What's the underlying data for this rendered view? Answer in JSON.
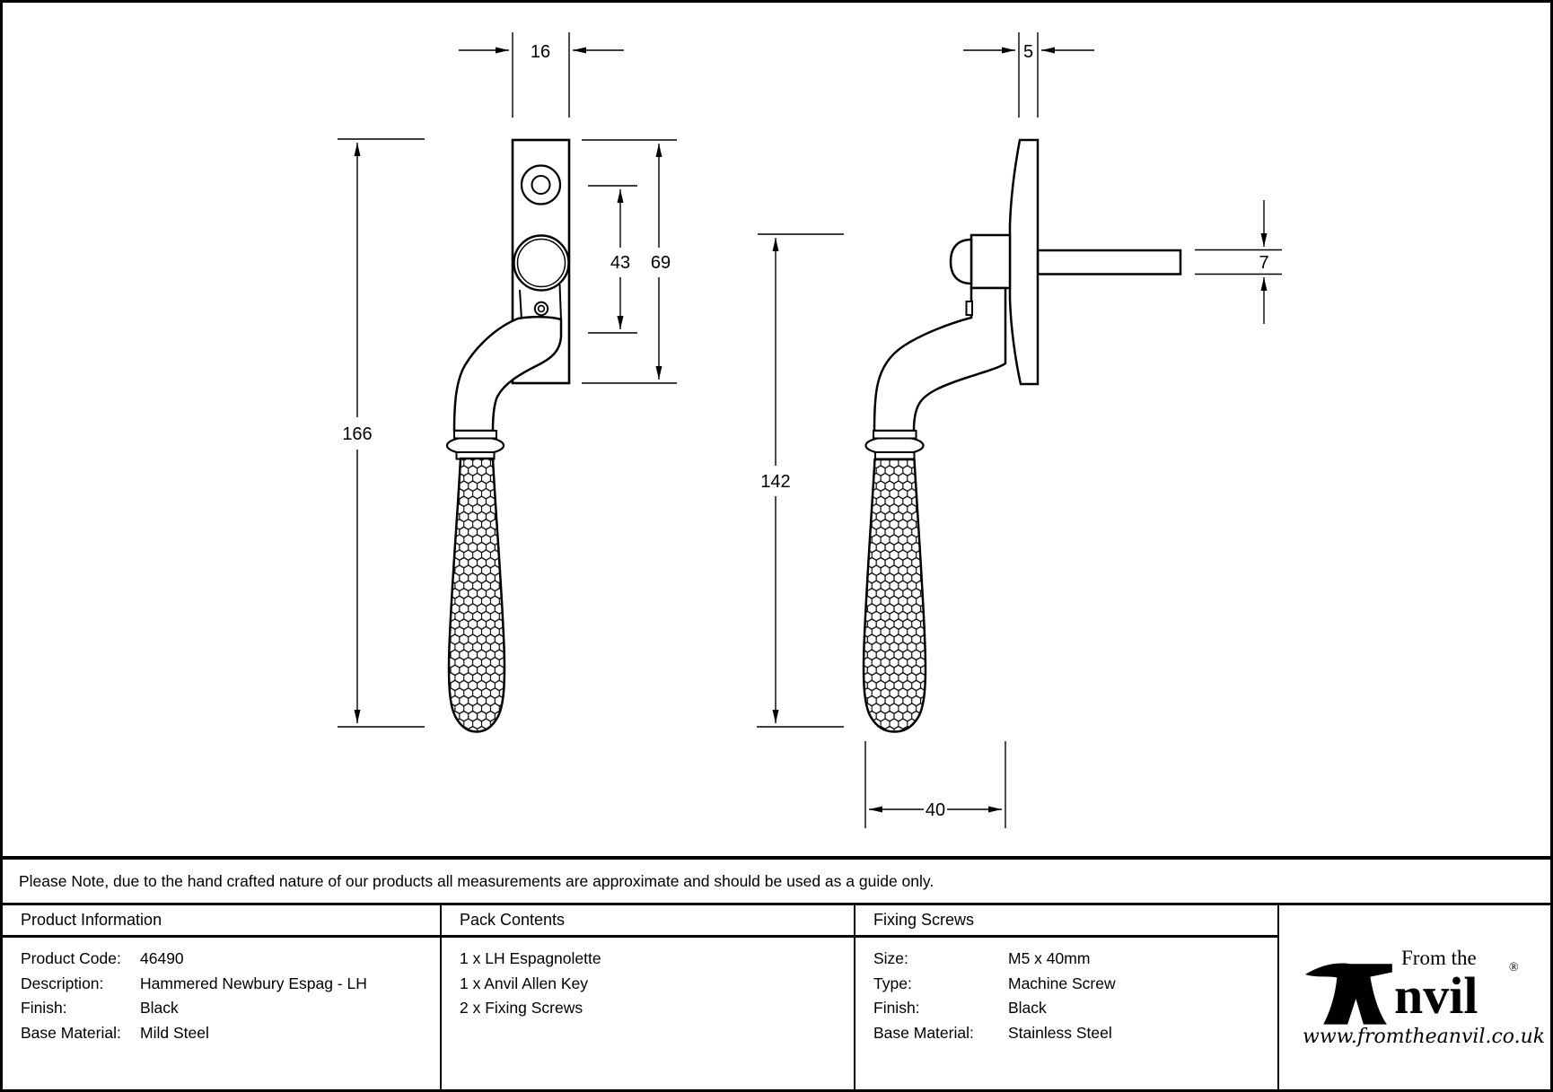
{
  "drawing": {
    "dims": {
      "plate_width": "16",
      "length_overall": "166",
      "hole_spacing": "43",
      "plate_height": "69",
      "plate_thickness": "5",
      "spindle_depth": "7",
      "side_length": "142",
      "projection": "40"
    }
  },
  "note": "Please Note, due to the hand crafted nature of our products all measurements are approximate and should be used as a guide only.",
  "table": {
    "product_information": {
      "header": "Product Information",
      "rows": [
        {
          "label": "Product Code:",
          "value": "46490"
        },
        {
          "label": "Description:",
          "value": "Hammered Newbury Espag - LH"
        },
        {
          "label": "Finish:",
          "value": "Black"
        },
        {
          "label": "Base Material:",
          "value": "Mild Steel"
        }
      ]
    },
    "pack_contents": {
      "header": "Pack Contents",
      "items": [
        "1 x LH Espagnolette",
        "1 x Anvil Allen Key",
        "2 x Fixing Screws"
      ]
    },
    "fixing_screws": {
      "header": "Fixing Screws",
      "rows": [
        {
          "label": "Size:",
          "value": "M5 x 40mm"
        },
        {
          "label": "Type:",
          "value": "Machine Screw"
        },
        {
          "label": "Finish:",
          "value": "Black"
        },
        {
          "label": "Base Material:",
          "value": "Stainless Steel"
        }
      ]
    }
  },
  "logo": {
    "prefix": "From the",
    "name_rest": "nvil",
    "registered": "®",
    "website": "www.fromtheanvil.co.uk"
  },
  "colors": {
    "line": "#000000",
    "background": "#ffffff"
  }
}
